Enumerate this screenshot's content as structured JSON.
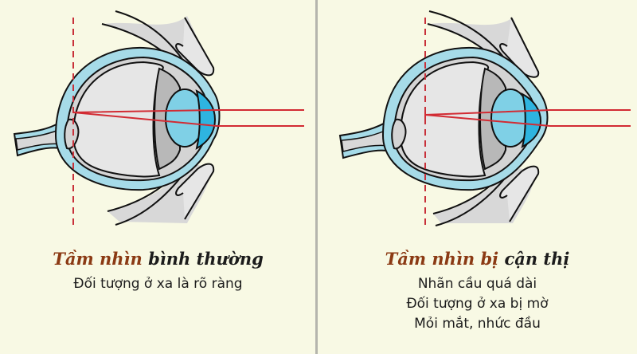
{
  "colors": {
    "background": "#f8f9e4",
    "sclera_blue": "#a6dbe8",
    "cornea_blue": "#2eb4e0",
    "lens_blue": "#7fd0e6",
    "eye_gray": "#e4e4e4",
    "iris_gray": "#b8b8b8",
    "ray_red": "#d22b33",
    "title_accent": "#8b3a14"
  },
  "left": {
    "title_accent": "Tầm nhìn",
    "title_rest": "bình thường",
    "lines": [
      "Đối tượng ở xa là rõ ràng"
    ]
  },
  "right": {
    "title_accent": "Tầm nhìn bị",
    "title_rest": "cận thị",
    "lines": [
      "Nhãn cầu quá dài",
      "Đối tượng ở xa bị mờ",
      "Mỏi mắt, nhức đầu"
    ]
  }
}
